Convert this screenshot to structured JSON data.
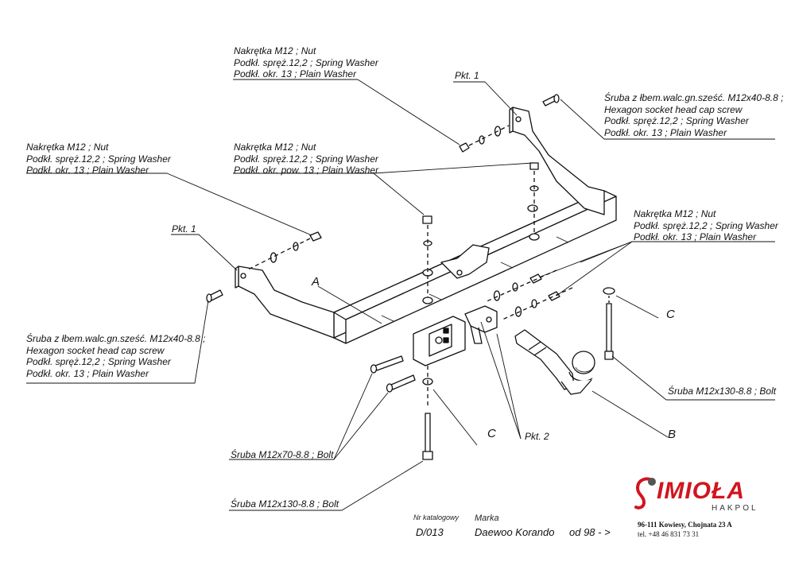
{
  "callouts": {
    "nut_top": [
      "Nakrętka  M12 ; Nut",
      "Podkł. spręż.12,2 ; Spring Washer",
      "Podkł. okr. 13 ; Plain Washer"
    ],
    "nut_center": [
      "Nakrętka  M12 ; Nut",
      "Podkł. spręż.12,2 ; Spring Washer",
      "Podkł. okr. pow. 13 ; Plain Washer"
    ],
    "nut_left": [
      "Nakrętka  M12 ; Nut",
      "Podkł. spręż.12,2 ; Spring Washer",
      "Podkł. okr. 13 ; Plain Washer"
    ],
    "nut_right": [
      "Nakrętka  M12 ; Nut",
      "Podkł. spręż.12,2 ; Spring Washer",
      "Podkł. okr. 13 ; Plain Washer"
    ],
    "screw_top_right": [
      "Śruba z łbem.walc.gn.sześć. M12x40-8.8 ;",
      "Hexagon socket head cap screw",
      "Podkł. spręż.12,2 ; Spring Washer",
      "Podkł. okr. 13 ; Plain Washer"
    ],
    "screw_left": [
      "Śruba z łbem.walc.gn.sześć. M12x40-8.8 ;",
      "Hexagon socket head cap screw",
      "Podkł. spręż.12,2 ; Spring Washer",
      "Podkł. okr. 13 ; Plain Washer"
    ],
    "bolt_70": "Śruba M12x70-8.8 ;  Bolt",
    "bolt_130_left": "Śruba M12x130-8.8 ;  Bolt",
    "bolt_130_right": "Śruba M12x130-8.8 ;  Bolt"
  },
  "points": {
    "pkt1_top": "Pkt. 1",
    "pkt1_left": "Pkt. 1",
    "pkt2": "Pkt. 2"
  },
  "letters": {
    "a": "A",
    "b": "B",
    "c_right": "C",
    "c_bottom": "C"
  },
  "footer": {
    "catalog_label": "Nr katalogowy",
    "catalog_value": "D/013",
    "brand_label": "Marka",
    "brand_value": "Daewoo Korando",
    "from_value": "od  98 - >"
  },
  "logo": {
    "name": "IMIOŁA",
    "sub": "HAKPOL",
    "address": "96-111 Kowiesy, Chojnata 23 A",
    "phone": "tel. +48 46 831 73 31",
    "accent": "#d2141e"
  }
}
